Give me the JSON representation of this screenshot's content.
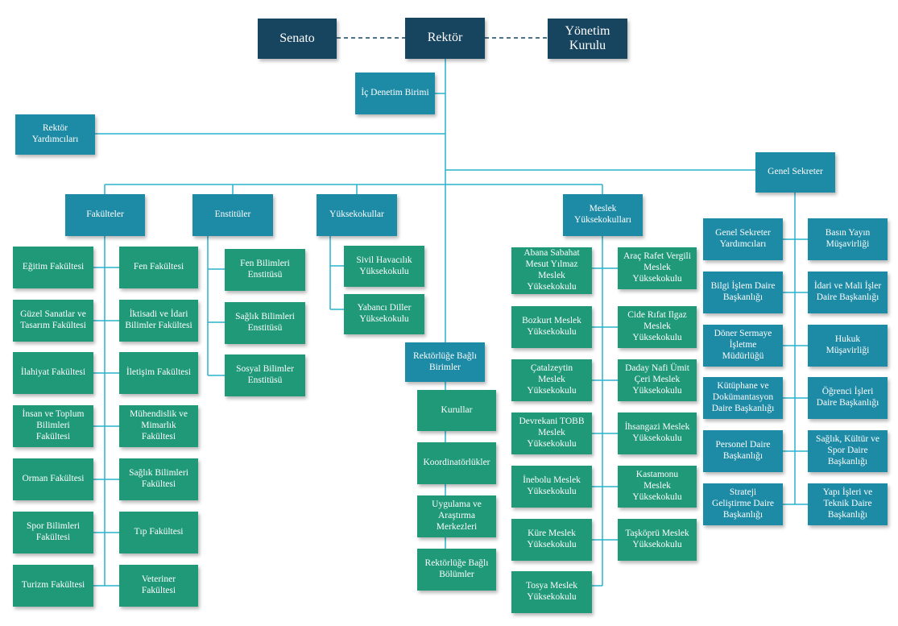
{
  "colors": {
    "top": "#17445e",
    "unit": "#1d8aa6",
    "sub_unit": "#1f9978",
    "connector": "#29b3cc"
  },
  "top": {
    "senato": "Senato",
    "rektor": "Rektör",
    "yonetim": "Yönetim\nKurulu"
  },
  "ic_denetim": "İç Denetim Birimi",
  "rektor_yardimcilari": "Rektör\nYardımcıları",
  "genel_sekreter": {
    "label": "Genel Sekreter",
    "left": [
      "Genel Sekreter\nYardımcıları",
      "Bilgi İşlem Daire\nBaşkanlığı",
      "Döner Sermaye\nİşletme\nMüdürlüğü",
      "Kütüphane ve\nDokümantasyon\nDaire Başkanlığı",
      "Personel Daire\nBaşkanlığı",
      "Strateji\nGeliştirme Daire\nBaşkanlığı"
    ],
    "right": [
      "Basın Yayın\nMüşavirliği",
      "İdari ve Mali İşler\nDaire Başkanlığı",
      "Hukuk\nMüşavirliği",
      "Öğrenci İşleri\nDaire Başkanlığı",
      "Sağlık, Kültür ve\nSpor Daire\nBaşkanlığı",
      "Yapı İşleri ve\nTeknik Daire\nBaşkanlığı"
    ]
  },
  "fakulteler": {
    "label": "Fakülteler",
    "left": [
      "Eğitim Fakültesi",
      "Güzel Sanatlar ve\nTasarım Fakültesi",
      "İlahiyat Fakültesi",
      "İnsan ve Toplum\nBilimleri\nFakültesi",
      "Orman Fakültesi",
      "Spor Bilimleri\nFakültesi",
      "Turizm Fakültesi"
    ],
    "right": [
      "Fen Fakültesi",
      "İktisadi ve İdari\nBilimler Fakültesi",
      "İletişim Fakültesi",
      "Mühendislik ve\nMimarlık\nFakültesi",
      "Sağlık Bilimleri\nFakültesi",
      "Tıp Fakültesi",
      "Veteriner\nFakültesi"
    ]
  },
  "enstituler": {
    "label": "Enstitüler",
    "items": [
      "Fen Bilimleri\nEnstitüsü",
      "Sağlık Bilimleri\nEnstitüsü",
      "Sosyal Bilimler\nEnstitüsü"
    ]
  },
  "yuksekokullar": {
    "label": "Yüksekokullar",
    "items": [
      "Sivil Havacılık\nYüksekokulu",
      "Yabancı Diller\nYüksekokulu"
    ]
  },
  "rektorluge_bagli": {
    "label": "Rektörlüğe Bağlı\nBirimler",
    "items": [
      "Kurullar",
      "Koordinatörlükler",
      "Uygulama ve\nAraştırma\nMerkezleri",
      "Rektörlüğe Bağlı\nBölümler"
    ]
  },
  "meslek": {
    "label": "Meslek\nYüksekokulları",
    "left": [
      "Abana Sabahat\nMesut Yılmaz\nMeslek\nYüksekokulu",
      "Bozkurt Meslek\nYüksekokulu",
      "Çatalzeytin\nMeslek\nYüksekokulu",
      "Devrekani TOBB\nMeslek\nYüksekokulu",
      "İnebolu Meslek\nYüksekokulu",
      "Küre Meslek\nYüksekokulu",
      "Tosya Meslek\nYüksekokulu"
    ],
    "right": [
      "Araç Rafet Vergili\nMeslek\nYüksekokulu",
      "Cide Rıfat Ilgaz\nMeslek\nYüksekokulu",
      "Daday Nafi Ümit\nÇeri Meslek\nYüksekokulu",
      "İhsangazi Meslek\nYüksekokulu",
      "Kastamonu\nMeslek\nYüksekokulu",
      "Taşköprü Meslek\nYüksekokulu"
    ]
  }
}
